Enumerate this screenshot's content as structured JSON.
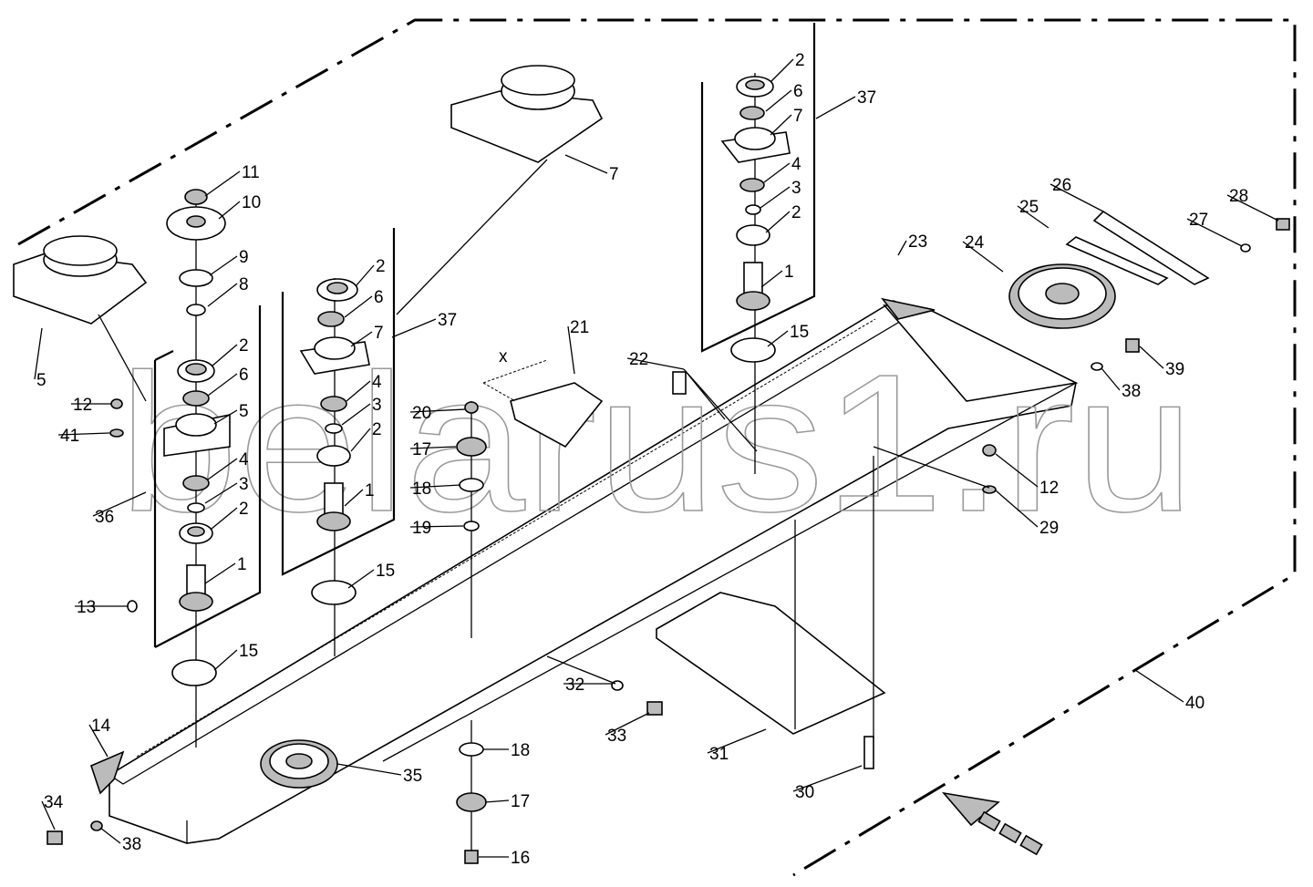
{
  "diagram": {
    "watermark": "belarus1.ru",
    "dimension_label": "x",
    "labels": [
      "11",
      "10",
      "9",
      "8",
      "2",
      "6",
      "5",
      "4",
      "3",
      "2",
      "1",
      "12",
      "41",
      "5",
      "36",
      "13",
      "15",
      "14",
      "34",
      "38",
      "2",
      "6",
      "7",
      "37",
      "4",
      "3",
      "2",
      "1",
      "15",
      "7",
      "21",
      "22",
      "20",
      "17",
      "18",
      "19",
      "2",
      "6",
      "7",
      "37",
      "4",
      "3",
      "2",
      "1",
      "15",
      "23",
      "24",
      "25",
      "26",
      "27",
      "28",
      "39",
      "38",
      "12",
      "29",
      "40",
      "31",
      "30",
      "32",
      "33",
      "18",
      "17",
      "16",
      "35"
    ]
  }
}
